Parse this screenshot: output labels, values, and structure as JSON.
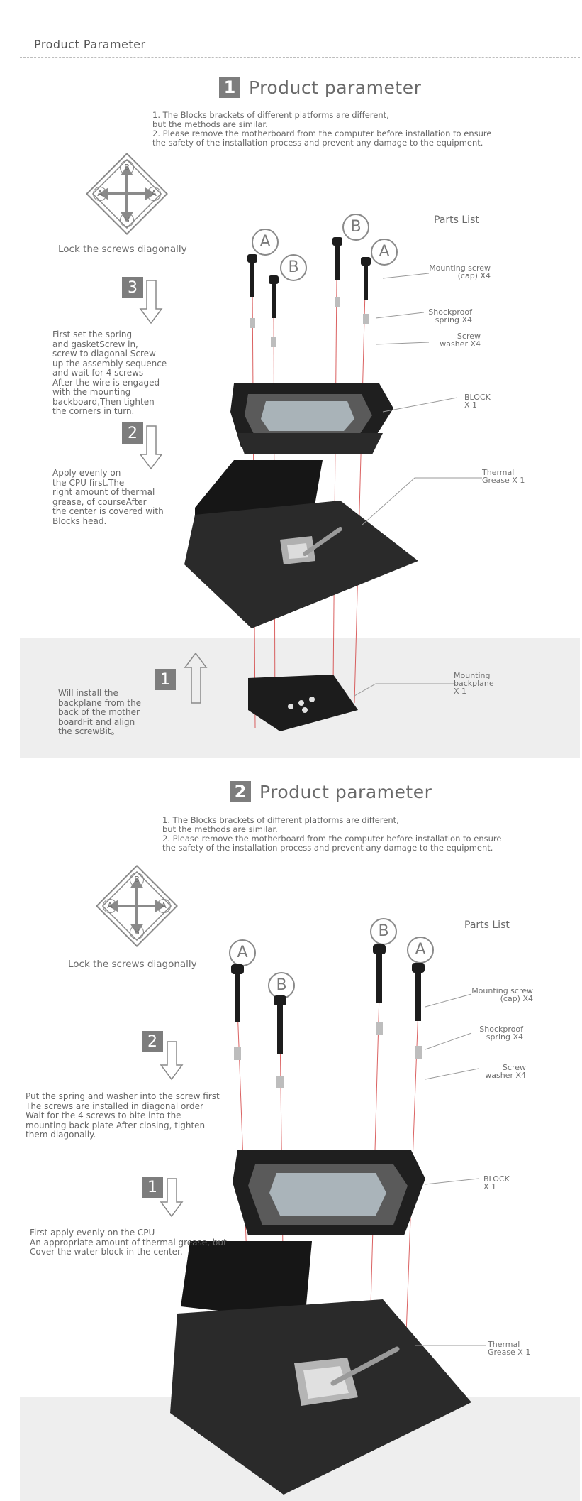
{
  "header": {
    "title": "Product Parameter"
  },
  "section1": {
    "number": "1",
    "title": "Product parameter",
    "notes": "1. The Blocks  brackets of different platforms are different,\nbut the methods are similar.\n2. Please remove the motherboard from the computer before installation to ensure\nthe safety of the installation process and prevent any damage to the equipment.",
    "lock_label": "Lock the screws diagonally",
    "parts_list_title": "Parts List",
    "screw_labels": [
      "A",
      "B",
      "B",
      "A"
    ],
    "callouts": {
      "mounting_screw": "Mounting screw\n(cap) X4",
      "spring": "Shockproof\nspring X4",
      "washer": "Screw\nwasher X4",
      "block": "BLOCK\nX 1",
      "grease": "Thermal\nGrease X 1",
      "backplane": "Mounting\nbackplane\nX 1"
    },
    "steps": [
      {
        "number": "3",
        "text": "First set the spring\nand gasketScrew in,\nscrew to diagonal Screw\nup the assembly sequence\nand wait for 4 screws\nAfter the wire is engaged\nwith the mounting\nbackboard,Then tighten\nthe corners in turn."
      },
      {
        "number": "2",
        "text": "Apply evenly on\nthe CPU first.The\nright amount of thermal\ngrease, of courseAfter\nthe center is covered with\nBlocks  head."
      },
      {
        "number": "1",
        "text": "Will install the\nbackplane from the\nback of the mother\nboardFit and align\nthe screwBit。"
      }
    ]
  },
  "section2": {
    "number": "2",
    "title": "Product parameter",
    "notes": "1. The Blocks  brackets of different platforms are different,\nbut the methods are similar.\n2. Please remove the motherboard from the computer before installation to ensure\nthe safety of the installation process and prevent any damage to the equipment.",
    "lock_label": "Lock the screws diagonally",
    "parts_list_title": "Parts List",
    "screw_labels": [
      "A",
      "B",
      "B",
      "A"
    ],
    "callouts": {
      "mounting_screw": "Mounting screw\n(cap) X4",
      "spring": "Shockproof\nspring X4",
      "washer": "Screw\nwasher X4",
      "block": "BLOCK\nX 1",
      "grease": "Thermal\nGrease X 1"
    },
    "steps": [
      {
        "number": "2",
        "text": "Put the spring and washer into the screw first\nThe screws are installed in diagonal order\nWait for the 4 screws to bite into the\n mounting back plate After closing, tighten\nthem diagonally."
      },
      {
        "number": "1",
        "text": "First apply evenly on the CPU\nAn appropriate amount of thermal grease, but\nCover the water block in the center."
      }
    ]
  },
  "diagram_letters": {
    "top": "B",
    "left": "A",
    "right": "A",
    "bottom": "B"
  },
  "colors": {
    "accent_gray": "#7d7d7d",
    "band": "#eeeeee",
    "guide_red": "#d23b3b",
    "metal_dark": "#1f1f1f"
  }
}
